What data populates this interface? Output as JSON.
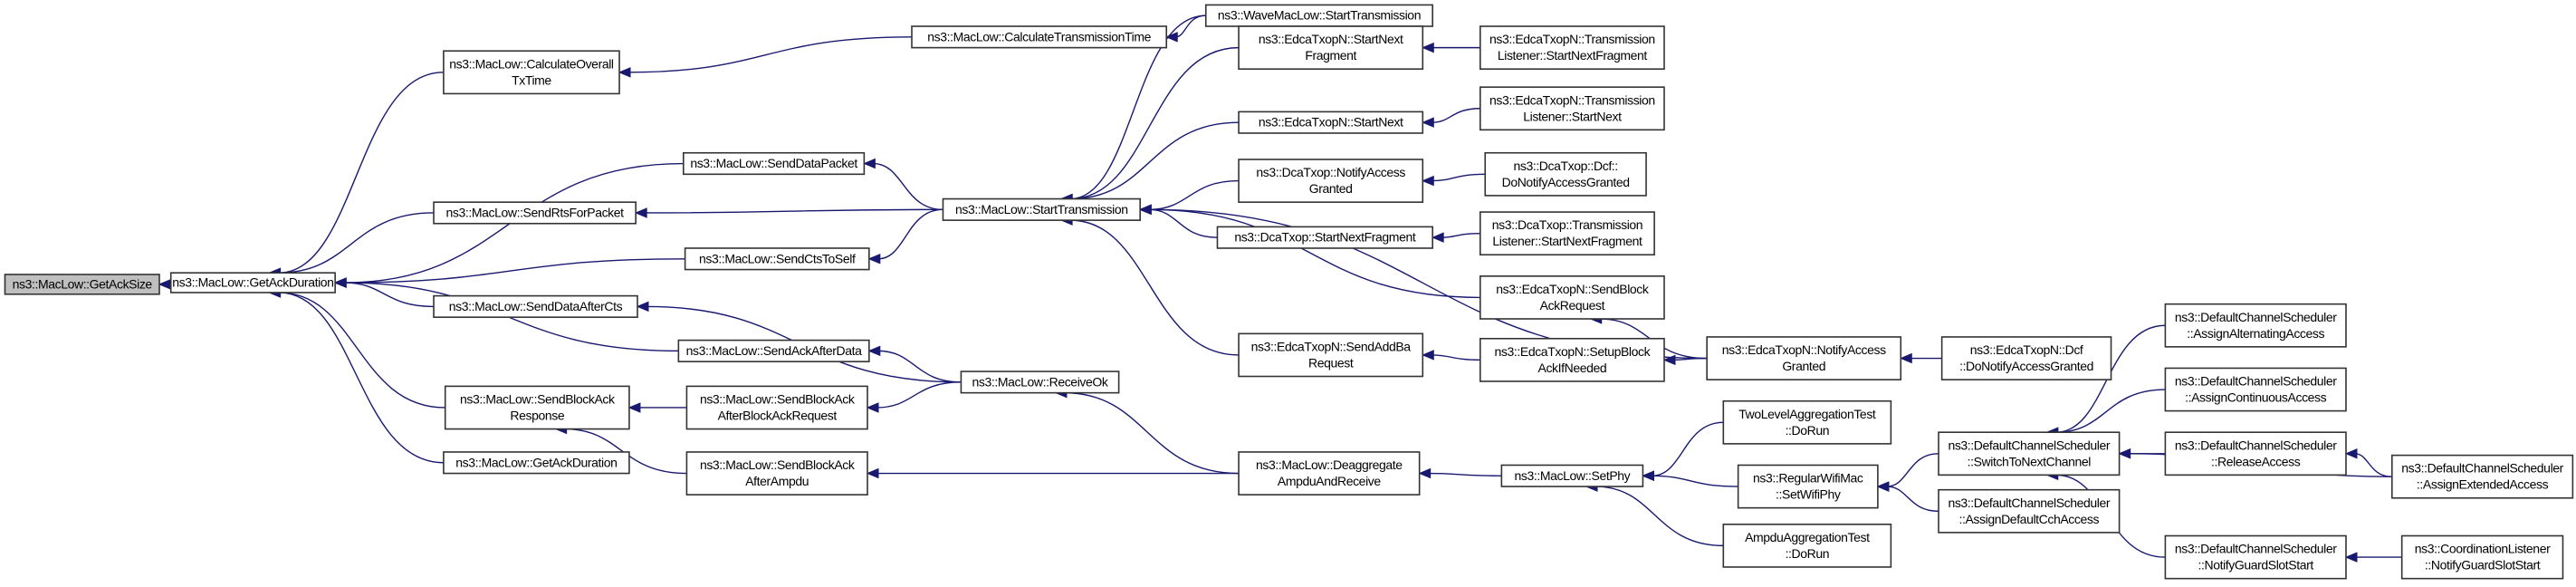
{
  "title": "Caller graph of ns3::MacLow::GetAckSize",
  "colors": {
    "edge": "#191970",
    "root_fill": "#bfbfbf",
    "node_fill": "#ffffff",
    "node_border": "#333333"
  },
  "nodes": [
    {
      "id": "n0",
      "lines": [
        "ns3::MacLow::GetAckSize"
      ],
      "root": true
    },
    {
      "id": "n1",
      "lines": [
        "ns3::MacLow::GetAckDuration"
      ]
    },
    {
      "id": "n2",
      "lines": [
        "ns3::MacLow::CalculateOverall",
        "TxTime"
      ]
    },
    {
      "id": "n3",
      "lines": [
        "ns3::MacLow::SendDataPacket"
      ]
    },
    {
      "id": "n4",
      "lines": [
        "ns3::MacLow::SendRtsForPacket"
      ]
    },
    {
      "id": "n5",
      "lines": [
        "ns3::MacLow::SendCtsToSelf"
      ]
    },
    {
      "id": "n6",
      "lines": [
        "ns3::MacLow::SendDataAfterCts"
      ]
    },
    {
      "id": "n7",
      "lines": [
        "ns3::MacLow::SendAckAfterData"
      ]
    },
    {
      "id": "n8",
      "lines": [
        "ns3::MacLow::SendBlockAck",
        "Response"
      ]
    },
    {
      "id": "n9",
      "lines": [
        "ns3::MacLow::GetAckDuration"
      ]
    },
    {
      "id": "n10",
      "lines": [
        "ns3::MacLow::SendBlockAck",
        "AfterBlockAckRequest"
      ]
    },
    {
      "id": "n11",
      "lines": [
        "ns3::MacLow::SendBlockAck",
        "AfterAmpdu"
      ]
    },
    {
      "id": "n12",
      "lines": [
        "ns3::MacLow::CalculateTransmissionTime"
      ]
    },
    {
      "id": "n13",
      "lines": [
        "ns3::MacLow::StartTransmission"
      ]
    },
    {
      "id": "n14",
      "lines": [
        "ns3::MacLow::ReceiveOk"
      ]
    },
    {
      "id": "n15",
      "lines": [
        "ns3::WaveMacLow::StartTransmission"
      ]
    },
    {
      "id": "n16",
      "lines": [
        "ns3::EdcaTxopN::StartNext",
        "Fragment"
      ]
    },
    {
      "id": "n17",
      "lines": [
        "ns3::EdcaTxopN::StartNext"
      ]
    },
    {
      "id": "n18",
      "lines": [
        "ns3::DcaTxop::NotifyAccess",
        "Granted"
      ]
    },
    {
      "id": "n19",
      "lines": [
        "ns3::DcaTxop::StartNextFragment"
      ]
    },
    {
      "id": "n20",
      "lines": [
        "ns3::EdcaTxopN::SendAddBa",
        "Request"
      ]
    },
    {
      "id": "n21",
      "lines": [
        "ns3::MacLow::Deaggregate",
        "AmpduAndReceive"
      ]
    },
    {
      "id": "n22",
      "lines": [
        "ns3::EdcaTxopN::Transmission",
        "Listener::StartNextFragment"
      ]
    },
    {
      "id": "n23",
      "lines": [
        "ns3::EdcaTxopN::Transmission",
        "Listener::StartNext"
      ]
    },
    {
      "id": "n24",
      "lines": [
        "ns3::DcaTxop::Dcf::",
        "DoNotifyAccessGranted"
      ]
    },
    {
      "id": "n25",
      "lines": [
        "ns3::DcaTxop::Transmission",
        "Listener::StartNextFragment"
      ]
    },
    {
      "id": "n26",
      "lines": [
        "ns3::EdcaTxopN::SendBlock",
        "AckRequest"
      ]
    },
    {
      "id": "n27",
      "lines": [
        "ns3::EdcaTxopN::SetupBlock",
        "AckIfNeeded"
      ]
    },
    {
      "id": "n28",
      "lines": [
        "ns3::EdcaTxopN::NotifyAccess",
        "Granted"
      ]
    },
    {
      "id": "n29",
      "lines": [
        "ns3::EdcaTxopN::Dcf",
        "::DoNotifyAccessGranted"
      ]
    },
    {
      "id": "n30",
      "lines": [
        "ns3::MacLow::SetPhy"
      ]
    },
    {
      "id": "n31",
      "lines": [
        "TwoLevelAggregationTest",
        "::DoRun"
      ]
    },
    {
      "id": "n32",
      "lines": [
        "ns3::RegularWifiMac",
        "::SetWifiPhy"
      ]
    },
    {
      "id": "n33",
      "lines": [
        "AmpduAggregationTest",
        "::DoRun"
      ]
    },
    {
      "id": "n34",
      "lines": [
        "ns3::DefaultChannelScheduler",
        "::SwitchToNextChannel"
      ]
    },
    {
      "id": "n35",
      "lines": [
        "ns3::DefaultChannelScheduler",
        "::AssignDefaultCchAccess"
      ]
    },
    {
      "id": "n36",
      "lines": [
        "ns3::DefaultChannelScheduler",
        "::AssignAlternatingAccess"
      ]
    },
    {
      "id": "n37",
      "lines": [
        "ns3::DefaultChannelScheduler",
        "::AssignContinuousAccess"
      ]
    },
    {
      "id": "n38",
      "lines": [
        "ns3::DefaultChannelScheduler",
        "::ReleaseAccess"
      ]
    },
    {
      "id": "n39",
      "lines": [
        "ns3::DefaultChannelScheduler",
        "::AssignExtendedAccess"
      ]
    },
    {
      "id": "n40",
      "lines": [
        "ns3::DefaultChannelScheduler",
        "::NotifyGuardSlotStart"
      ]
    },
    {
      "id": "n41",
      "lines": [
        "ns3::CoordinationListener",
        "::NotifyGuardSlotStart"
      ]
    }
  ],
  "edges": [
    [
      "n1",
      "n0"
    ],
    [
      "n2",
      "n1"
    ],
    [
      "n3",
      "n1"
    ],
    [
      "n4",
      "n1"
    ],
    [
      "n5",
      "n1"
    ],
    [
      "n6",
      "n1"
    ],
    [
      "n7",
      "n1"
    ],
    [
      "n8",
      "n1"
    ],
    [
      "n9",
      "n1"
    ],
    [
      "n10",
      "n8"
    ],
    [
      "n11",
      "n8"
    ],
    [
      "n12",
      "n2"
    ],
    [
      "n13",
      "n3"
    ],
    [
      "n13",
      "n4"
    ],
    [
      "n13",
      "n5"
    ],
    [
      "n14",
      "n6"
    ],
    [
      "n14",
      "n7"
    ],
    [
      "n14",
      "n10"
    ],
    [
      "n15",
      "n12"
    ],
    [
      "n15",
      "n13"
    ],
    [
      "n16",
      "n13"
    ],
    [
      "n17",
      "n13"
    ],
    [
      "n18",
      "n13"
    ],
    [
      "n19",
      "n13"
    ],
    [
      "n26",
      "n13"
    ],
    [
      "n20",
      "n13"
    ],
    [
      "n28",
      "n13"
    ],
    [
      "n21",
      "n14"
    ],
    [
      "n21",
      "n11"
    ],
    [
      "n22",
      "n16"
    ],
    [
      "n23",
      "n17"
    ],
    [
      "n24",
      "n18"
    ],
    [
      "n25",
      "n19"
    ],
    [
      "n27",
      "n20"
    ],
    [
      "n28",
      "n26"
    ],
    [
      "n28",
      "n27"
    ],
    [
      "n29",
      "n28"
    ],
    [
      "n30",
      "n21"
    ],
    [
      "n31",
      "n30"
    ],
    [
      "n32",
      "n30"
    ],
    [
      "n33",
      "n30"
    ],
    [
      "n34",
      "n32"
    ],
    [
      "n35",
      "n32"
    ],
    [
      "n36",
      "n34"
    ],
    [
      "n37",
      "n34"
    ],
    [
      "n38",
      "n34"
    ],
    [
      "n39",
      "n34"
    ],
    [
      "n40",
      "n34"
    ],
    [
      "n39",
      "n38"
    ],
    [
      "n41",
      "n40"
    ]
  ]
}
